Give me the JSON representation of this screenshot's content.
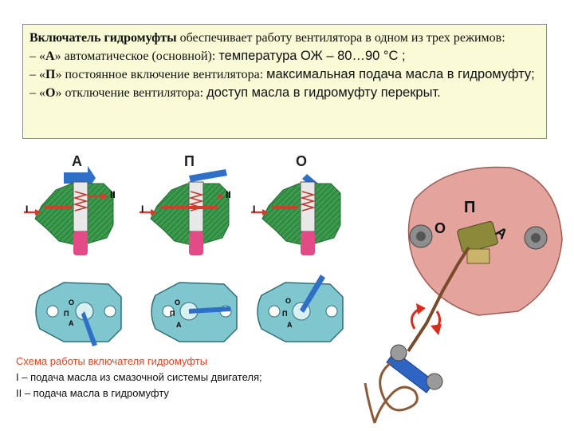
{
  "textbox": {
    "title_bold": "Включатель гидромуфты",
    "title_rest": " обеспечивает работу вентилятора в одном из трех режимов:",
    "line_a_prefix": "– «",
    "line_a_mode": "А",
    "line_a_mid": "» автоматическое (основной): ",
    "line_a_sans": "температура ОЖ – 80…90 °С ;",
    "line_p_prefix": "– «",
    "line_p_mode": "П",
    "line_p_mid": "» постоянное включение вентилятора: ",
    "line_p_sans": "максимальная подача масла в гидромуфту;",
    "line_o_prefix": "– «",
    "line_o_mode": "О",
    "line_o_mid": "» отключение вентилятора: ",
    "line_o_sans": "доступ масла в гидромуфту перекрыт."
  },
  "diagrams": {
    "valves": [
      {
        "mode": "А",
        "inlet": "I",
        "outlet": "II"
      },
      {
        "mode": "П",
        "inlet": "I",
        "outlet": "II"
      },
      {
        "mode": "О",
        "inlet": "I"
      }
    ],
    "plates": [
      {
        "marks": [
          "О",
          "П",
          "А"
        ]
      },
      {
        "marks": [
          "О",
          "П",
          "А"
        ]
      },
      {
        "marks": [
          "О",
          "П",
          "А"
        ]
      }
    ]
  },
  "photo": {
    "mark_p": "П",
    "mark_o": "О",
    "mark_a": "А"
  },
  "caption": {
    "title": "Схема работы включателя гидромуфты",
    "line1": "I  – подача масла из смазочной системы двигателя;",
    "line2": "II – подача масла в гидромуфту"
  },
  "colors": {
    "housing": "#3b9a4c",
    "plate": "#7fc6cf",
    "arrow_blue": "#2e6fc7",
    "oil_red": "#d93a2b",
    "knob_pink": "#e24b86",
    "photo_body": "#e4a39c",
    "caption_title": "#e0421f"
  }
}
